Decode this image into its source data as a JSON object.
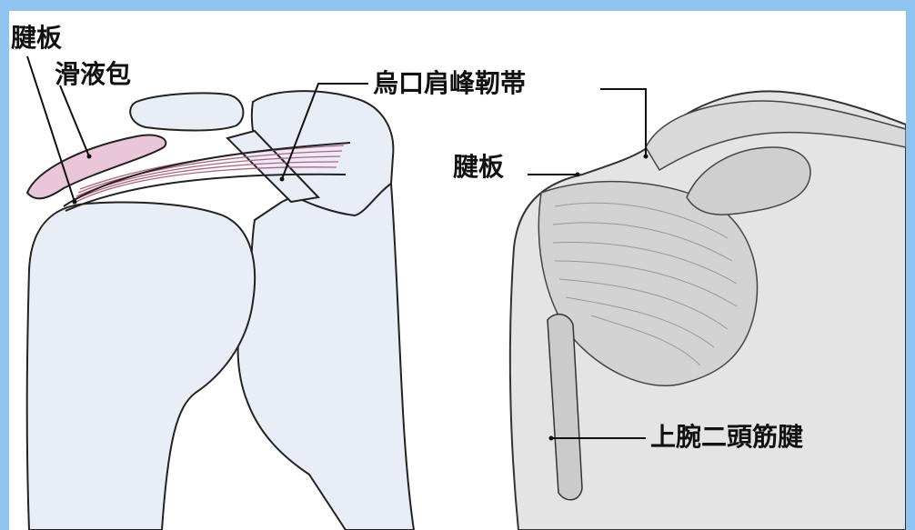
{
  "labels": {
    "tendon_plate_left": "腱板",
    "bursa": "滑液包",
    "coracoacromial_ligament": "烏口肩峰靭帯",
    "tendon_plate_right": "腱板",
    "biceps_tendon": "上腕二頭筋腱"
  },
  "colors": {
    "border": "#8fc3f0",
    "left_fill": "#e9eef6",
    "bursa_fill": "#e9c6d8",
    "tendon_lines": "#b5607f",
    "outline": "#222222",
    "right_shade": "#d7d7d7"
  }
}
